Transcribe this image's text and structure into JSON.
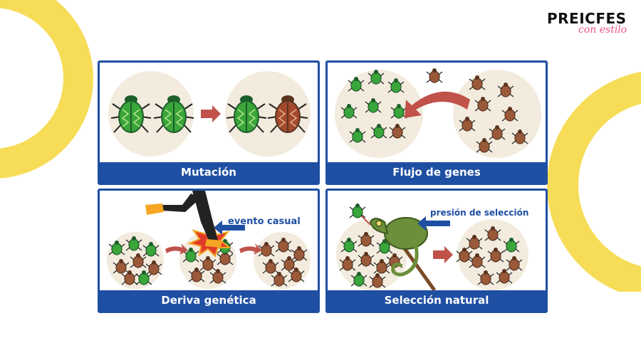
{
  "brand": {
    "main": "PREICFES",
    "sub": "con estilo"
  },
  "colors": {
    "panel_border": "#1f4fa3",
    "title_bar": "#1f4fa3",
    "circle_fill": "#f2ebde",
    "green_beetle": "#3aa53a",
    "brown_beetle": "#9a5a3a",
    "arrow": "#c0524a",
    "yellow_ring": "#f7dc57"
  },
  "panels": {
    "mutation": {
      "title": "Mutación"
    },
    "gene_flow": {
      "title": "Flujo de genes"
    },
    "genetic_drift": {
      "title": "Deriva genética",
      "annotation": "evento casual"
    },
    "natural_selection": {
      "title": "Selección natural",
      "annotation": "presión de selección"
    }
  }
}
